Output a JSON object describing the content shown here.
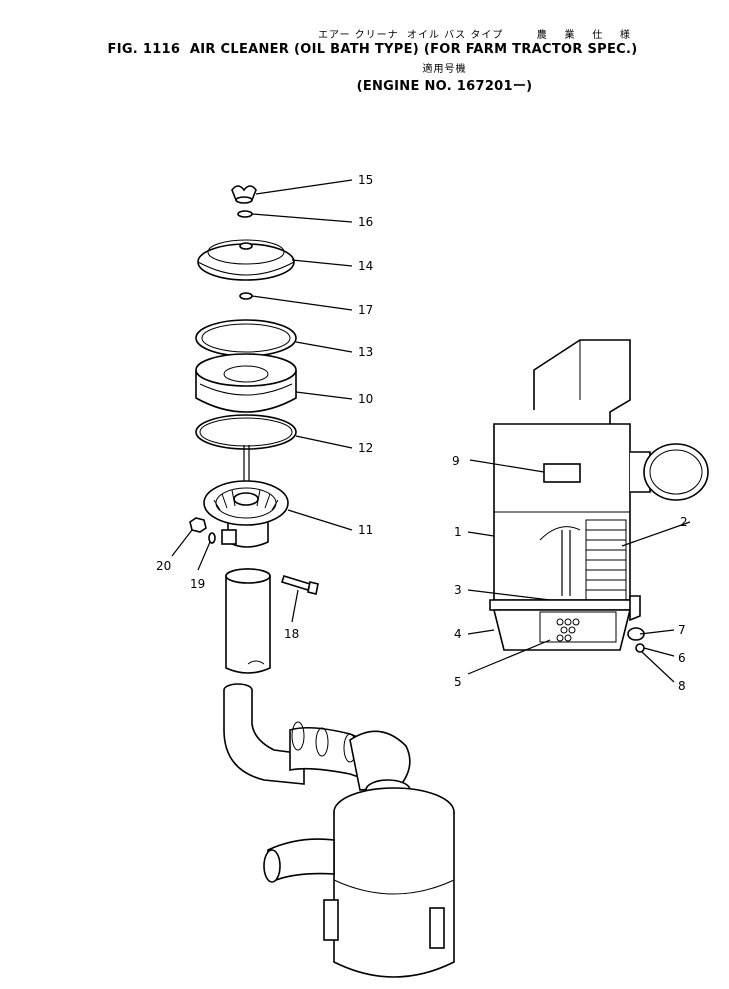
{
  "header": {
    "kana_line1": "エアー クリーナ  オイル バス タイプ        農    業    仕    様",
    "title_line": "FIG. 1116  AIR CLEANER (OIL BATH TYPE) (FOR FARM TRACTOR SPEC.)",
    "kana_line2": "適用号機",
    "engine_line": "(ENGINE NO. 167201ー)"
  },
  "callouts": [
    "15",
    "16",
    "14",
    "17",
    "13",
    "10",
    "12",
    "11",
    "20",
    "19",
    "18",
    "9",
    "1",
    "2",
    "3",
    "4",
    "5",
    "7",
    "6",
    "8"
  ]
}
